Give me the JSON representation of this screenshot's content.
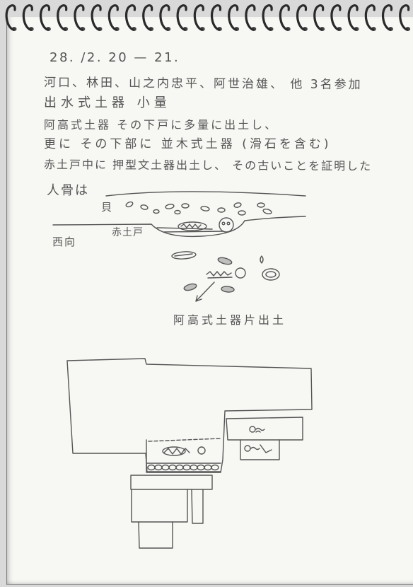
{
  "notebook_page": {
    "date_line": "28. /2. 20 — 21.",
    "notes": [
      "河口、林田、山之内忠平、阿世治雄、 他 3名参加",
      "出水式土器 小量",
      "阿高式土器 その下戸に多量に出土し、",
      "更に その下部に 並木式土器 (滑石を含む)",
      "赤土戸中に 押型文土器出土し、 その古いことを証明した"
    ]
  },
  "burial_sketch": {
    "heading": "人骨は",
    "shell_label": "貝",
    "soil_label": "赤土戸",
    "orientation_label": "西向"
  },
  "sherd_sketch": {
    "caption": "阿高式土器片出土"
  },
  "colors": {
    "pencil": "#555555",
    "paper": "#f7f7f4",
    "background": "#d9d9d9",
    "spiral": "#2a2a2a"
  }
}
